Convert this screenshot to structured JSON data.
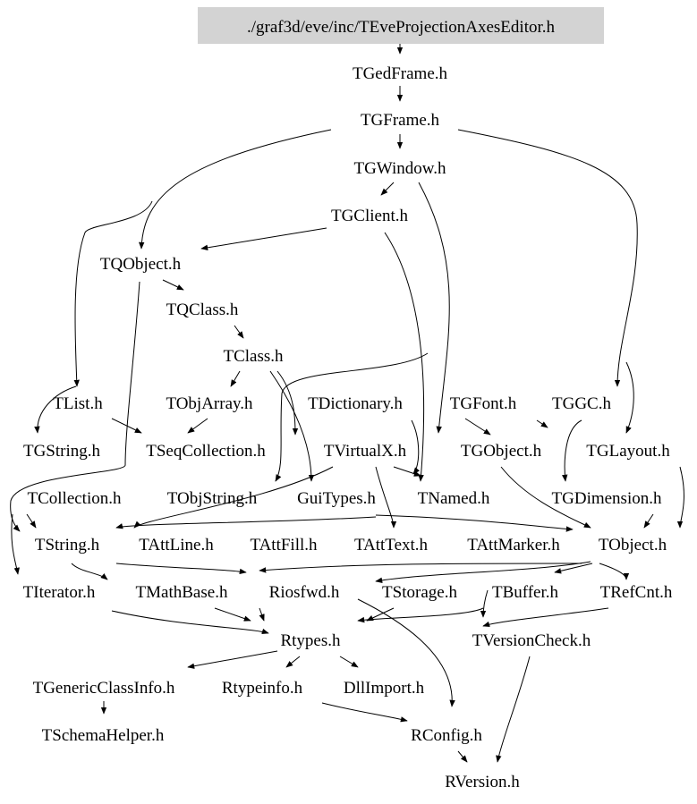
{
  "colors": {
    "root_fill": "#d3d3d3",
    "edge": "#000000",
    "background": "#ffffff"
  },
  "nodes": {
    "root": "./graf3d/eve/inc/TEveProjectionAxesEditor.h",
    "TGedFrame": "TGedFrame.h",
    "TGFrame": "TGFrame.h",
    "TGWindow": "TGWindow.h",
    "TGClient": "TGClient.h",
    "TQObject": "TQObject.h",
    "TQClass": "TQClass.h",
    "TClass": "TClass.h",
    "TList": "TList.h",
    "TObjArray": "TObjArray.h",
    "TDictionary": "TDictionary.h",
    "TGFont": "TGFont.h",
    "TGGC": "TGGC.h",
    "TGString": "TGString.h",
    "TSeqCollection": "TSeqCollection.h",
    "TVirtualX": "TVirtualX.h",
    "TGObject": "TGObject.h",
    "TGLayout": "TGLayout.h",
    "TCollection": "TCollection.h",
    "TObjString": "TObjString.h",
    "GuiTypes": "GuiTypes.h",
    "TNamed": "TNamed.h",
    "TGDimension": "TGDimension.h",
    "TString": "TString.h",
    "TAttLine": "TAttLine.h",
    "TAttFill": "TAttFill.h",
    "TAttText": "TAttText.h",
    "TAttMarker": "TAttMarker.h",
    "TObject": "TObject.h",
    "TIterator": "TIterator.h",
    "TMathBase": "TMathBase.h",
    "Riosfwd": "Riosfwd.h",
    "TStorage": "TStorage.h",
    "TBuffer": "TBuffer.h",
    "TRefCnt": "TRefCnt.h",
    "Rtypes": "Rtypes.h",
    "TVersionCheck": "TVersionCheck.h",
    "TGenericClassInfo": "TGenericClassInfo.h",
    "Rtypeinfo": "Rtypeinfo.h",
    "DllImport": "DllImport.h",
    "TSchemaHelper": "TSchemaHelper.h",
    "RConfig": "RConfig.h",
    "RVersion": "RVersion.h"
  }
}
